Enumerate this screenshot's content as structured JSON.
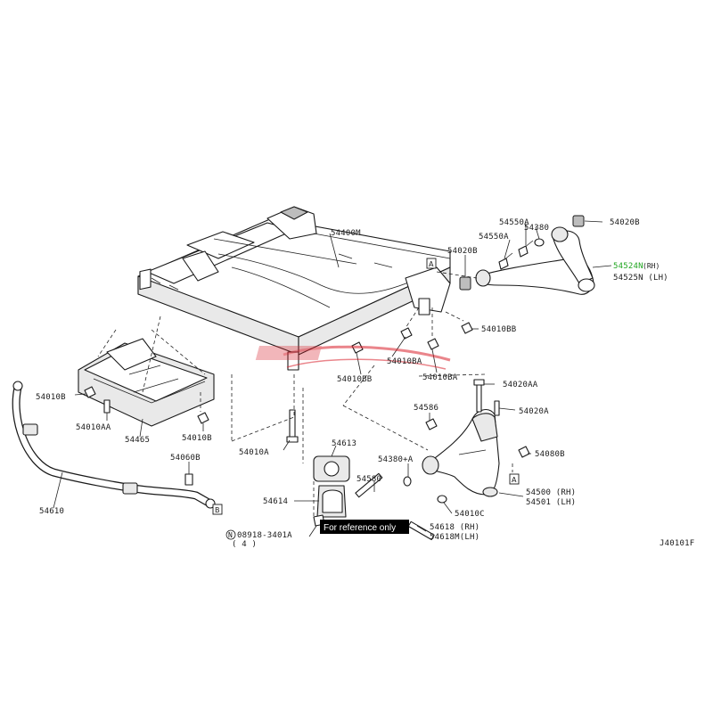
{
  "diagram": {
    "code": "J40101F",
    "reference_note": "For reference only",
    "highlight_color": "#1fa51f",
    "watermark_color": "#d9232e",
    "labels": {
      "p54400M": "54400M",
      "p54380_top": "54380",
      "p54550A_1": "54550A",
      "p54550A_2": "54550A",
      "p54020B_right": "54020B",
      "p54020B_mid": "54020B",
      "p54524N": "54524N",
      "p54524N_side": "(RH)",
      "p54525N": "54525N (LH)",
      "p54010BB_right": "54010BB",
      "p54010BA_1": "54010BA",
      "p54010BB_mid": "54010BB",
      "p54010BA_2": "54010BA",
      "p54010B_left": "54010B",
      "p54010AA": "54010AA",
      "p54465": "54465",
      "p54010B_mid": "54010B",
      "p54010A": "54010A",
      "p54020AA": "54020AA",
      "p54020A": "54020A",
      "p54586": "54586",
      "p54613": "54613",
      "p54380A": "54380+A",
      "p54080B": "54080B",
      "p54060B": "54060B",
      "p54610": "54610",
      "p54614": "54614",
      "p54580": "54580",
      "p54500": "54500 (RH)",
      "p54501": "54501 (LH)",
      "p54010C": "54010C",
      "p08918": "08918-3401A",
      "p08918_qty": "( 4 )",
      "p54618": "54618 (RH)",
      "p54618M": "54618M(LH)",
      "boxA": "A",
      "boxB": "B"
    }
  }
}
